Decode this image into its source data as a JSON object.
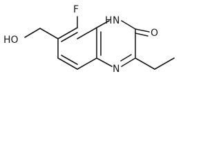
{
  "molecule": {
    "atoms": {
      "fluorine": "F",
      "hydroxyl": "HO",
      "amine": "H",
      "ring_nitrogen_top": "N",
      "ring_nitrogen_bottom": "N",
      "carbonyl_oxygen": "O"
    }
  }
}
